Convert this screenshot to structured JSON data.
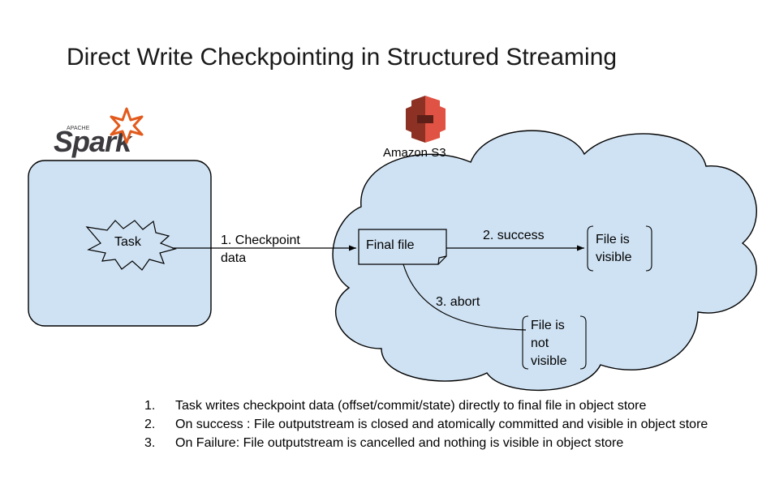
{
  "title": "Direct Write Checkpointing in Structured Streaming",
  "spark_logo": {
    "brand": "Spark",
    "small_text": "APACHE"
  },
  "s3_logo": {
    "label": "Amazon S3"
  },
  "nodes": {
    "task": "Task",
    "final_file": "Final file",
    "visible_line1": "File is",
    "visible_line2": "visible",
    "not_visible_line1": "File is",
    "not_visible_line2": "not",
    "not_visible_line3": "visible"
  },
  "edges": {
    "checkpoint_line1": "1. Checkpoint",
    "checkpoint_line2": "data",
    "success": "2. success",
    "abort": "3. abort"
  },
  "notes": [
    {
      "num": "1.",
      "text": "Task writes checkpoint data (offset/commit/state) directly to final file in object store"
    },
    {
      "num": "2.",
      "text": "On success : File outputstream is closed and atomically committed and visible in object store"
    },
    {
      "num": "3.",
      "text": "On Failure: File outputstream is cancelled and nothing is visible in object store"
    }
  ],
  "colors": {
    "box_fill": "#cfe2f3",
    "stroke": "#000000",
    "spark_orange": "#e25a1c",
    "spark_text": "#3c3a3e",
    "s3_red": "#e05243",
    "s3_dark": "#8c3123"
  }
}
